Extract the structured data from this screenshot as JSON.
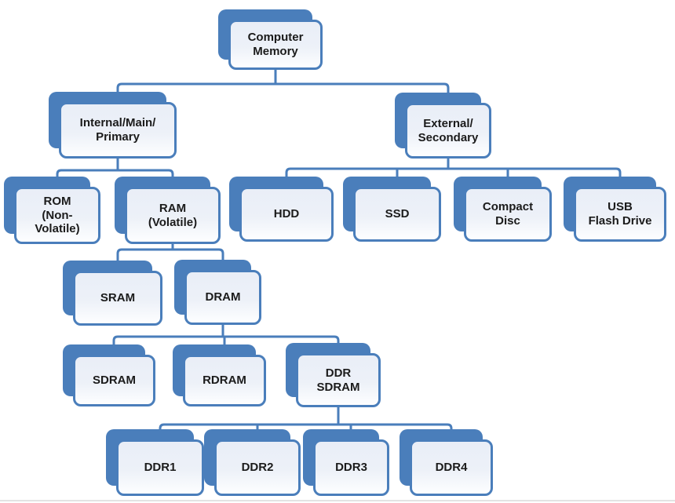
{
  "diagram": {
    "type": "hierarchy-tree",
    "root": "computer_memory"
  },
  "colors": {
    "accent_blue": "#4a7ebb",
    "card_fill_top": "#e9eef7",
    "card_fill_bottom": "#fdfeff",
    "text": "#1b1b1b",
    "background": "#ffffff"
  },
  "nodes": {
    "computer_memory": {
      "label": "Computer\nMemory"
    },
    "internal": {
      "label": "Internal/Main/\nPrimary"
    },
    "external": {
      "label": "External/\nSecondary"
    },
    "rom": {
      "label": "ROM\n(Non-\nVolatile)"
    },
    "ram": {
      "label": "RAM\n(Volatile)"
    },
    "hdd": {
      "label": "HDD"
    },
    "ssd": {
      "label": "SSD"
    },
    "compact_disc": {
      "label": "Compact\nDisc"
    },
    "usb_flash_drive": {
      "label": "USB\nFlash Drive"
    },
    "sram": {
      "label": "SRAM"
    },
    "dram": {
      "label": "DRAM"
    },
    "sdram": {
      "label": "SDRAM"
    },
    "rdram": {
      "label": "RDRAM"
    },
    "ddr_sdram": {
      "label": "DDR\nSDRAM"
    },
    "ddr1": {
      "label": "DDR1"
    },
    "ddr2": {
      "label": "DDR2"
    },
    "ddr3": {
      "label": "DDR3"
    },
    "ddr4": {
      "label": "DDR4"
    }
  },
  "edges": [
    {
      "from": "computer_memory",
      "to": "internal"
    },
    {
      "from": "computer_memory",
      "to": "external"
    },
    {
      "from": "internal",
      "to": "rom"
    },
    {
      "from": "internal",
      "to": "ram"
    },
    {
      "from": "external",
      "to": "hdd"
    },
    {
      "from": "external",
      "to": "ssd"
    },
    {
      "from": "external",
      "to": "compact_disc"
    },
    {
      "from": "external",
      "to": "usb_flash_drive"
    },
    {
      "from": "ram",
      "to": "sram"
    },
    {
      "from": "ram",
      "to": "dram"
    },
    {
      "from": "dram",
      "to": "sdram"
    },
    {
      "from": "dram",
      "to": "rdram"
    },
    {
      "from": "dram",
      "to": "ddr_sdram"
    },
    {
      "from": "ddr_sdram",
      "to": "ddr1"
    },
    {
      "from": "ddr_sdram",
      "to": "ddr2"
    },
    {
      "from": "ddr_sdram",
      "to": "ddr3"
    },
    {
      "from": "ddr_sdram",
      "to": "ddr4"
    }
  ]
}
